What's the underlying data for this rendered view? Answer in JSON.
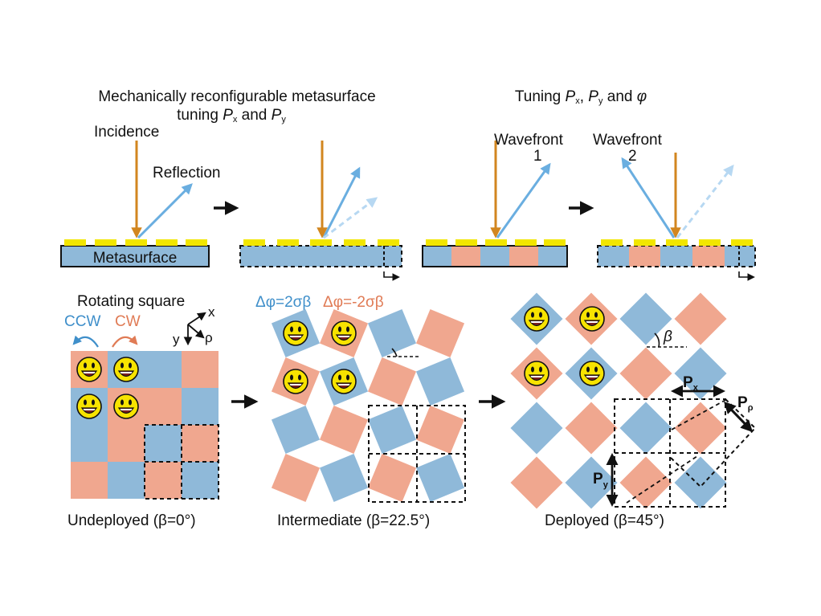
{
  "panel_a": {
    "title_line1": "Mechanically reconfigurable metasurface",
    "title_line2_prefix": "tuning ",
    "title_px_symbol": "P",
    "title_px_sub": "x",
    "title_and": " and ",
    "title_py_symbol": "P",
    "title_py_sub": "y",
    "incidence_label": "Incidence",
    "reflection_label": "Reflection",
    "metasurface_label": "Metasurface"
  },
  "panel_b": {
    "title_prefix": "Tuning ",
    "title_px_symbol": "P",
    "title_px_sub": "x",
    "title_sep": ", ",
    "title_py_symbol": "P",
    "title_py_sub": "y",
    "title_and": " and ",
    "title_phi": "φ",
    "wavefront1_label": "Wavefront",
    "wavefront1_num": "1",
    "wavefront2_label": "Wavefront",
    "wavefront2_num": "2"
  },
  "panel_c": {
    "rotating_square_label": "Rotating square",
    "ccw_label": "CCW",
    "cw_label": "CW",
    "axis_x": "x",
    "axis_y": "y",
    "axis_rho": "ρ",
    "delta_phi_blue": "Δφ=2σβ",
    "delta_phi_orange": "Δφ=-2σβ",
    "beta_symbol": "β",
    "px_symbol": "P",
    "px_sub": "x",
    "py_symbol": "P",
    "py_sub": "y",
    "prho_symbol": "P",
    "prho_sub": "ρ",
    "caption_undeployed": "Undeployed (β=0°)",
    "caption_intermediate": "Intermediate (β=22.5°)",
    "caption_deployed": "Deployed (β=45°)"
  },
  "colors": {
    "blue": "#8fb9d9",
    "blue_light": "#a9cbe6",
    "orange": "#f0a78f",
    "yellow_pad": "#f2e600",
    "incidence_arrow": "#d2861f",
    "reflection_arrow": "#6aaee0",
    "ccw_arrow": "#3f8fca",
    "cw_arrow": "#e07b55",
    "delta_blue_text": "#3f8fca",
    "delta_orange_text": "#e07b55",
    "emoji_face": "#f7e300"
  }
}
